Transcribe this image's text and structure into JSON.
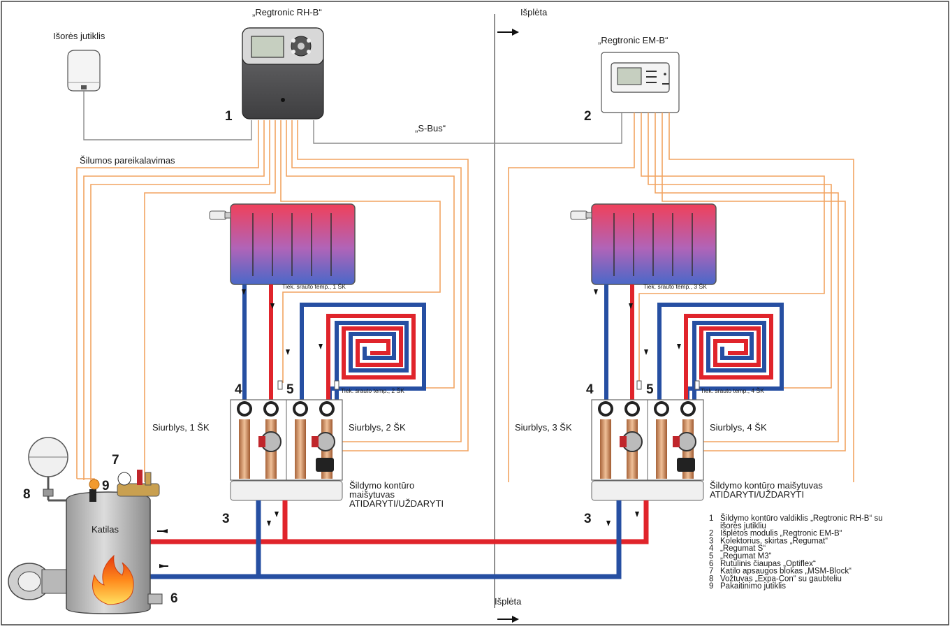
{
  "labels": {
    "controller_name": "„Regtronic RH-B“",
    "extension_name": "„Regtronic EM-B“",
    "outdoor_sensor": "Išorės jutiklis",
    "expansion_top": "Išplėta",
    "expansion_bottom": "Išplėta",
    "sbus": "„S-Bus“",
    "heat_demand": "Šilumos pareikalavimas",
    "flow_temp_1": "Tiek. srauto temp., 1 ŠK",
    "flow_temp_2": "Tiek. srauto temp., 2 ŠK",
    "flow_temp_3": "Tiek. srauto temp., 3 ŠK",
    "flow_temp_4": "Tiek. srauto temp., 4 ŠK",
    "pump_1": "Siurblys, 1 ŠK",
    "pump_2": "Siurblys, 2 ŠK",
    "pump_3": "Siurblys, 3 ŠK",
    "pump_4": "Siurblys, 4 ŠK",
    "mixer_left_1": "Šildymo kontūro",
    "mixer_left_2": "maišytuvas",
    "mixer_left_3": "ATIDARYTI/UŽDARYTI",
    "mixer_right_1": "Šildymo kontūro maišytuvas",
    "mixer_right_2": "ATIDARYTI/UŽDARYTI",
    "boiler": "Katilas"
  },
  "numbers": {
    "n1": "1",
    "n2": "2",
    "n3a": "3",
    "n3b": "3",
    "n4a": "4",
    "n4b": "4",
    "n5a": "5",
    "n5b": "5",
    "n6": "6",
    "n7": "7",
    "n8": "8",
    "n9": "9"
  },
  "legend": [
    {
      "num": "1",
      "text": "Šildymo kontūro valdiklis „Regtronic RH-B“ su"
    },
    {
      "num": "",
      "text": "išorės jutikliu"
    },
    {
      "num": "2",
      "text": "Išplėtos modulis „Regtronic EM-B“"
    },
    {
      "num": "3",
      "text": "Kolektorius, skirtas „Regumat“"
    },
    {
      "num": "4",
      "text": "„Regumat S“"
    },
    {
      "num": "5",
      "text": "„Regumat M3“"
    },
    {
      "num": "6",
      "text": "Rutulinis čiaupas „Optiflex“"
    },
    {
      "num": "7",
      "text": "Katilo apsaugos blokas „MSM-Block“"
    },
    {
      "num": "8",
      "text": "Vožtuvas „Expa-Con“ su gaubteliu"
    },
    {
      "num": "9",
      "text": "Pakaitinimo jutiklis"
    }
  ],
  "colors": {
    "supply": "#e0242b",
    "return": "#264fa2",
    "signal_wire": "#f2a460",
    "bus_wire": "#8c8c8c"
  },
  "icons": {
    "flame": "flame-icon",
    "arrow": "arrow-right-icon"
  }
}
